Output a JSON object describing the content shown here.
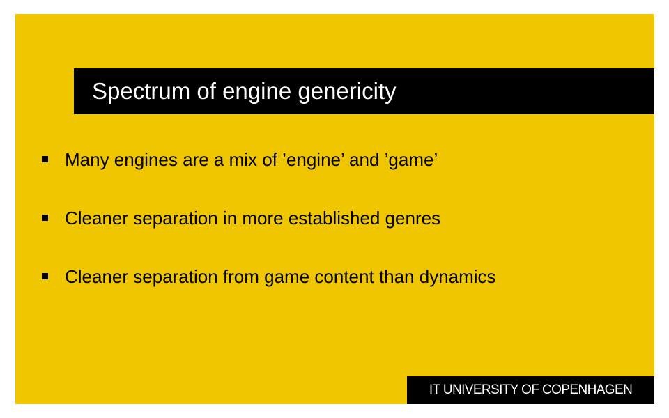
{
  "slide": {
    "title": "Spectrum of engine genericity",
    "bullets": [
      "Many engines are a mix of ’engine’ and ’game’",
      "Cleaner separation in more established genres",
      "Cleaner separation from game content than dynamics"
    ],
    "logo_text": "IT UNIVERSITY OF COPENHAGEN"
  },
  "colors": {
    "background": "#efc600",
    "title_bar": "#000000",
    "title_text": "#ffffff",
    "body_text": "#000000"
  }
}
